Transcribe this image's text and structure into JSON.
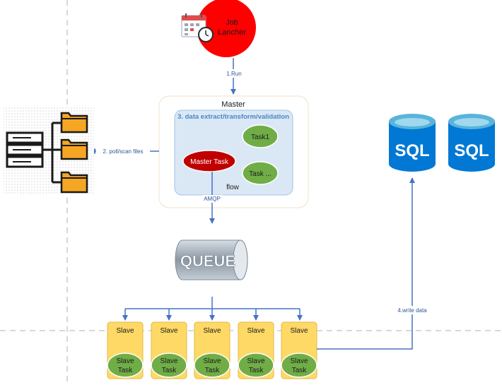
{
  "job_launcher": {
    "label_line1": "Job",
    "label_line2": "Lancher"
  },
  "edges": {
    "run": "1.Run",
    "poll": "2. poll/scan files",
    "amqp": "AMQP",
    "write": "4.write data"
  },
  "master": {
    "title": "Master",
    "flow_title": "3. data extract/transform/validation",
    "flow_label": "flow",
    "master_task": "Master Task",
    "task1": "Task1",
    "task_more": "Task ..."
  },
  "queue": {
    "label": "QUEUE"
  },
  "databases": [
    {
      "label": "SQL"
    },
    {
      "label": "SQL"
    }
  ],
  "slaves": [
    {
      "title": "Slave",
      "task_line1": "Slave",
      "task_line2": "Task"
    },
    {
      "title": "Slave",
      "task_line1": "Slave",
      "task_line2": "Task"
    },
    {
      "title": "Slave",
      "task_line1": "Slave",
      "task_line2": "Task"
    },
    {
      "title": "Slave",
      "task_line1": "Slave",
      "task_line2": "Task"
    },
    {
      "title": "Slave",
      "task_line1": "Slave",
      "task_line2": "Task"
    }
  ],
  "colors": {
    "connector": "#4472c4",
    "launcher": "#ff0000",
    "master_task": "#c00000",
    "task_green": "#70ad47",
    "flow_fill": "#dae8f5",
    "slave_fill": "#ffd966",
    "sql_blue": "#0078d4",
    "folder_orange": "#f5a623"
  }
}
